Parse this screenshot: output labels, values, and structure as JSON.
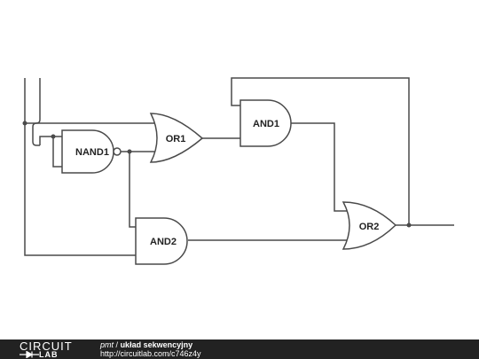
{
  "diagram": {
    "gates": {
      "nand1": "NAND1",
      "or1": "OR1",
      "and1": "AND1",
      "and2": "AND2",
      "or2": "OR2"
    },
    "colors": {
      "wire": "#4a4a4a",
      "footer": "#222222"
    }
  },
  "footer": {
    "logo_top": "CIRCUIT",
    "logo_bottom": "LAB",
    "author": "pmt",
    "separator": "/",
    "title": "układ sekwencyjny",
    "url": "http://circuitlab.com/c746z4y"
  }
}
